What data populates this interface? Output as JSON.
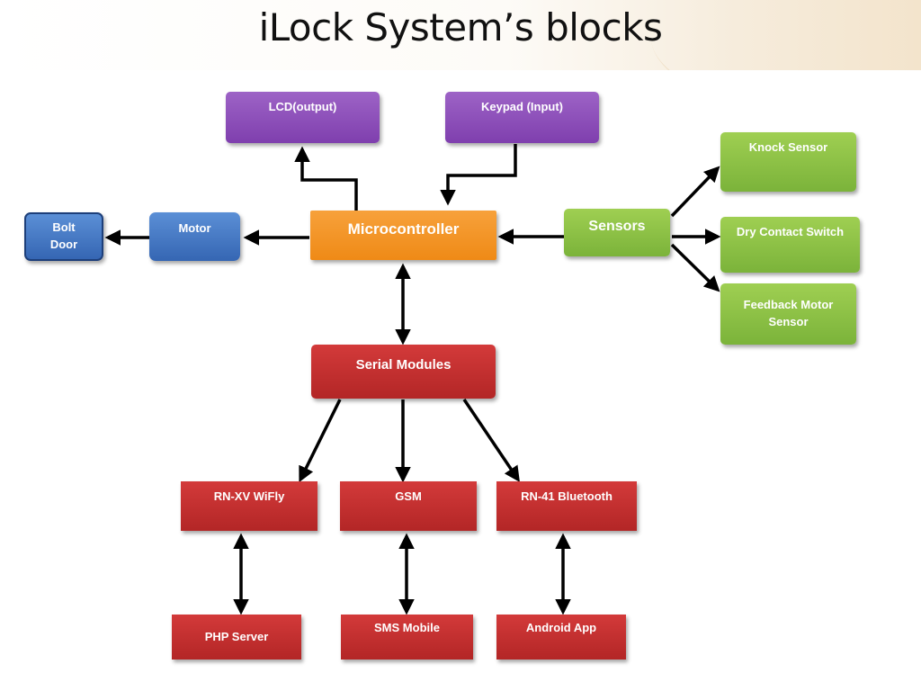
{
  "slide": {
    "title": "iLock System’s blocks"
  },
  "diagram": {
    "nodes": {
      "lcd": "LCD(output)",
      "keypad": "Keypad (Input)",
      "bolt_door": "Bolt\nDoor",
      "motor": "Motor",
      "microcontroller": "Microcontroller",
      "sensors": "Sensors",
      "knock_sensor": "Knock Sensor",
      "dry_contact_switch": "Dry Contact Switch",
      "feedback_motor_sensor": "Feedback Motor\nSensor",
      "serial_modules": "Serial Modules",
      "wifly": "RN-XV WiFly",
      "gsm": "GSM",
      "bluetooth": "RN-41 Bluetooth",
      "php_server": "PHP Server",
      "sms_mobile": "SMS Mobile",
      "android_app": "Android App"
    },
    "edges": [
      {
        "from": "Microcontroller",
        "to": "LCD(output)",
        "direction": "forward"
      },
      {
        "from": "Keypad (Input)",
        "to": "Microcontroller",
        "direction": "forward"
      },
      {
        "from": "Microcontroller",
        "to": "Motor",
        "direction": "forward"
      },
      {
        "from": "Motor",
        "to": "Bolt Door",
        "direction": "forward"
      },
      {
        "from": "Sensors",
        "to": "Microcontroller",
        "direction": "forward"
      },
      {
        "from": "Sensors",
        "to": "Knock Sensor",
        "direction": "forward"
      },
      {
        "from": "Sensors",
        "to": "Dry Contact Switch",
        "direction": "forward"
      },
      {
        "from": "Sensors",
        "to": "Feedback Motor Sensor",
        "direction": "forward"
      },
      {
        "from": "Microcontroller",
        "to": "Serial Modules",
        "direction": "both"
      },
      {
        "from": "Serial Modules",
        "to": "RN-XV WiFly",
        "direction": "forward"
      },
      {
        "from": "Serial Modules",
        "to": "GSM",
        "direction": "forward"
      },
      {
        "from": "Serial Modules",
        "to": "RN-41 Bluetooth",
        "direction": "forward"
      },
      {
        "from": "RN-XV WiFly",
        "to": "PHP Server",
        "direction": "both"
      },
      {
        "from": "GSM",
        "to": "SMS Mobile",
        "direction": "both"
      },
      {
        "from": "RN-41 Bluetooth",
        "to": "Android App",
        "direction": "both"
      }
    ],
    "colors": {
      "io": "#8a4bb8",
      "sensor": "#8cc043",
      "actuator": "#3d74c4",
      "controller": "#f39423",
      "comm": "#c42f2f",
      "arrow": "#000000"
    }
  }
}
